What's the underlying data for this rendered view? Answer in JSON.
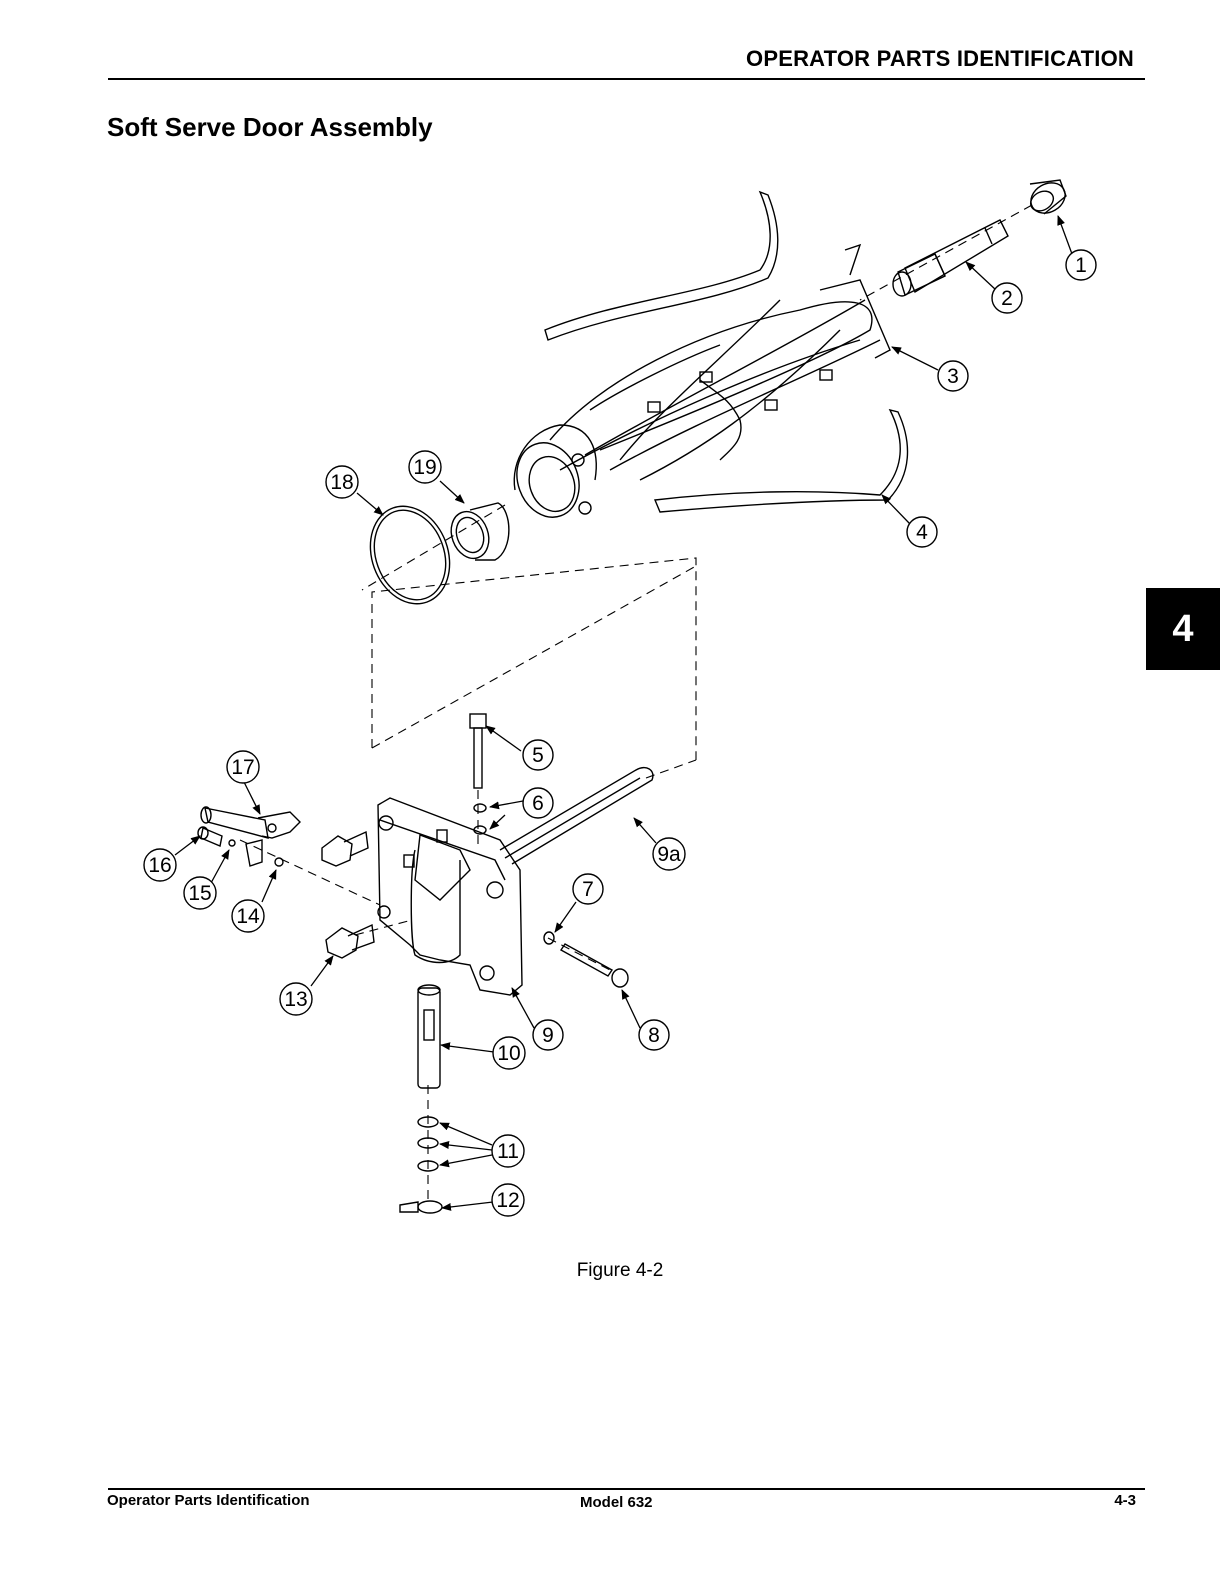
{
  "header": {
    "title": "OPERATOR PARTS IDENTIFICATION"
  },
  "section": {
    "title": "Soft Serve Door Assembly"
  },
  "figure": {
    "caption": "Figure 4-2",
    "callouts": [
      "1",
      "2",
      "3",
      "4",
      "5",
      "6",
      "7",
      "8",
      "9",
      "9a",
      "10",
      "11",
      "12",
      "13",
      "14",
      "15",
      "16",
      "17",
      "18",
      "19"
    ]
  },
  "tab": {
    "label": "4"
  },
  "footer": {
    "left": "Operator Parts Identification",
    "center": "Model 632",
    "right": "4-3"
  }
}
